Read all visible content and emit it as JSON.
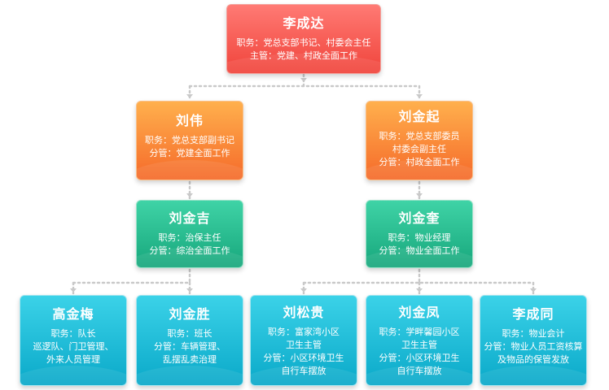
{
  "colors": {
    "level1": "#f0443b",
    "level2": "#f56a2a",
    "level3": "#17a77c",
    "level4": "#0aa9c9",
    "connector": "#c9c9c9"
  },
  "nodes": {
    "li_chengda": {
      "name": "李成达",
      "lines": [
        "职务：党总支部书记、村委会主任",
        "主管：党建、村政全面工作"
      ]
    },
    "liu_wei": {
      "name": "刘伟",
      "lines": [
        "职务：党总支部副书记",
        "分管：党建全面工作"
      ]
    },
    "liu_jinqi": {
      "name": "刘金起",
      "lines": [
        "职务：党总支部委员",
        "村委会副主任",
        "分管：村政全面工作"
      ]
    },
    "liu_jinji": {
      "name": "刘金吉",
      "lines": [
        "职务：治保主任",
        "分管：综治全面工作"
      ]
    },
    "liu_jinkui": {
      "name": "刘金奎",
      "lines": [
        "职务：物业经理",
        "分管：物业全面工作"
      ]
    },
    "gao_jinmei": {
      "name": "高金梅",
      "lines": [
        "职务：队长",
        "巡逻队、门卫管理、",
        "外来人员管理"
      ]
    },
    "liu_jinsheng": {
      "name": "刘金胜",
      "lines": [
        "职务：班长",
        "分管：车辆管理、",
        "乱摆乱卖治理"
      ]
    },
    "liu_songgui": {
      "name": "刘松贵",
      "lines": [
        "职务：富家湾小区",
        "卫生主管",
        "分管：小区环境卫生",
        "自行车摆放"
      ]
    },
    "liu_jinfeng": {
      "name": "刘金凤",
      "lines": [
        "职务：学畔馨园小区",
        "卫生主管",
        "分管：小区环境卫生",
        "自行车摆放"
      ]
    },
    "li_chengtong": {
      "name": "李成同",
      "lines": [
        "职务：物业会计",
        "分管：物业人员工资核算",
        "及物品的保管发放"
      ]
    }
  }
}
